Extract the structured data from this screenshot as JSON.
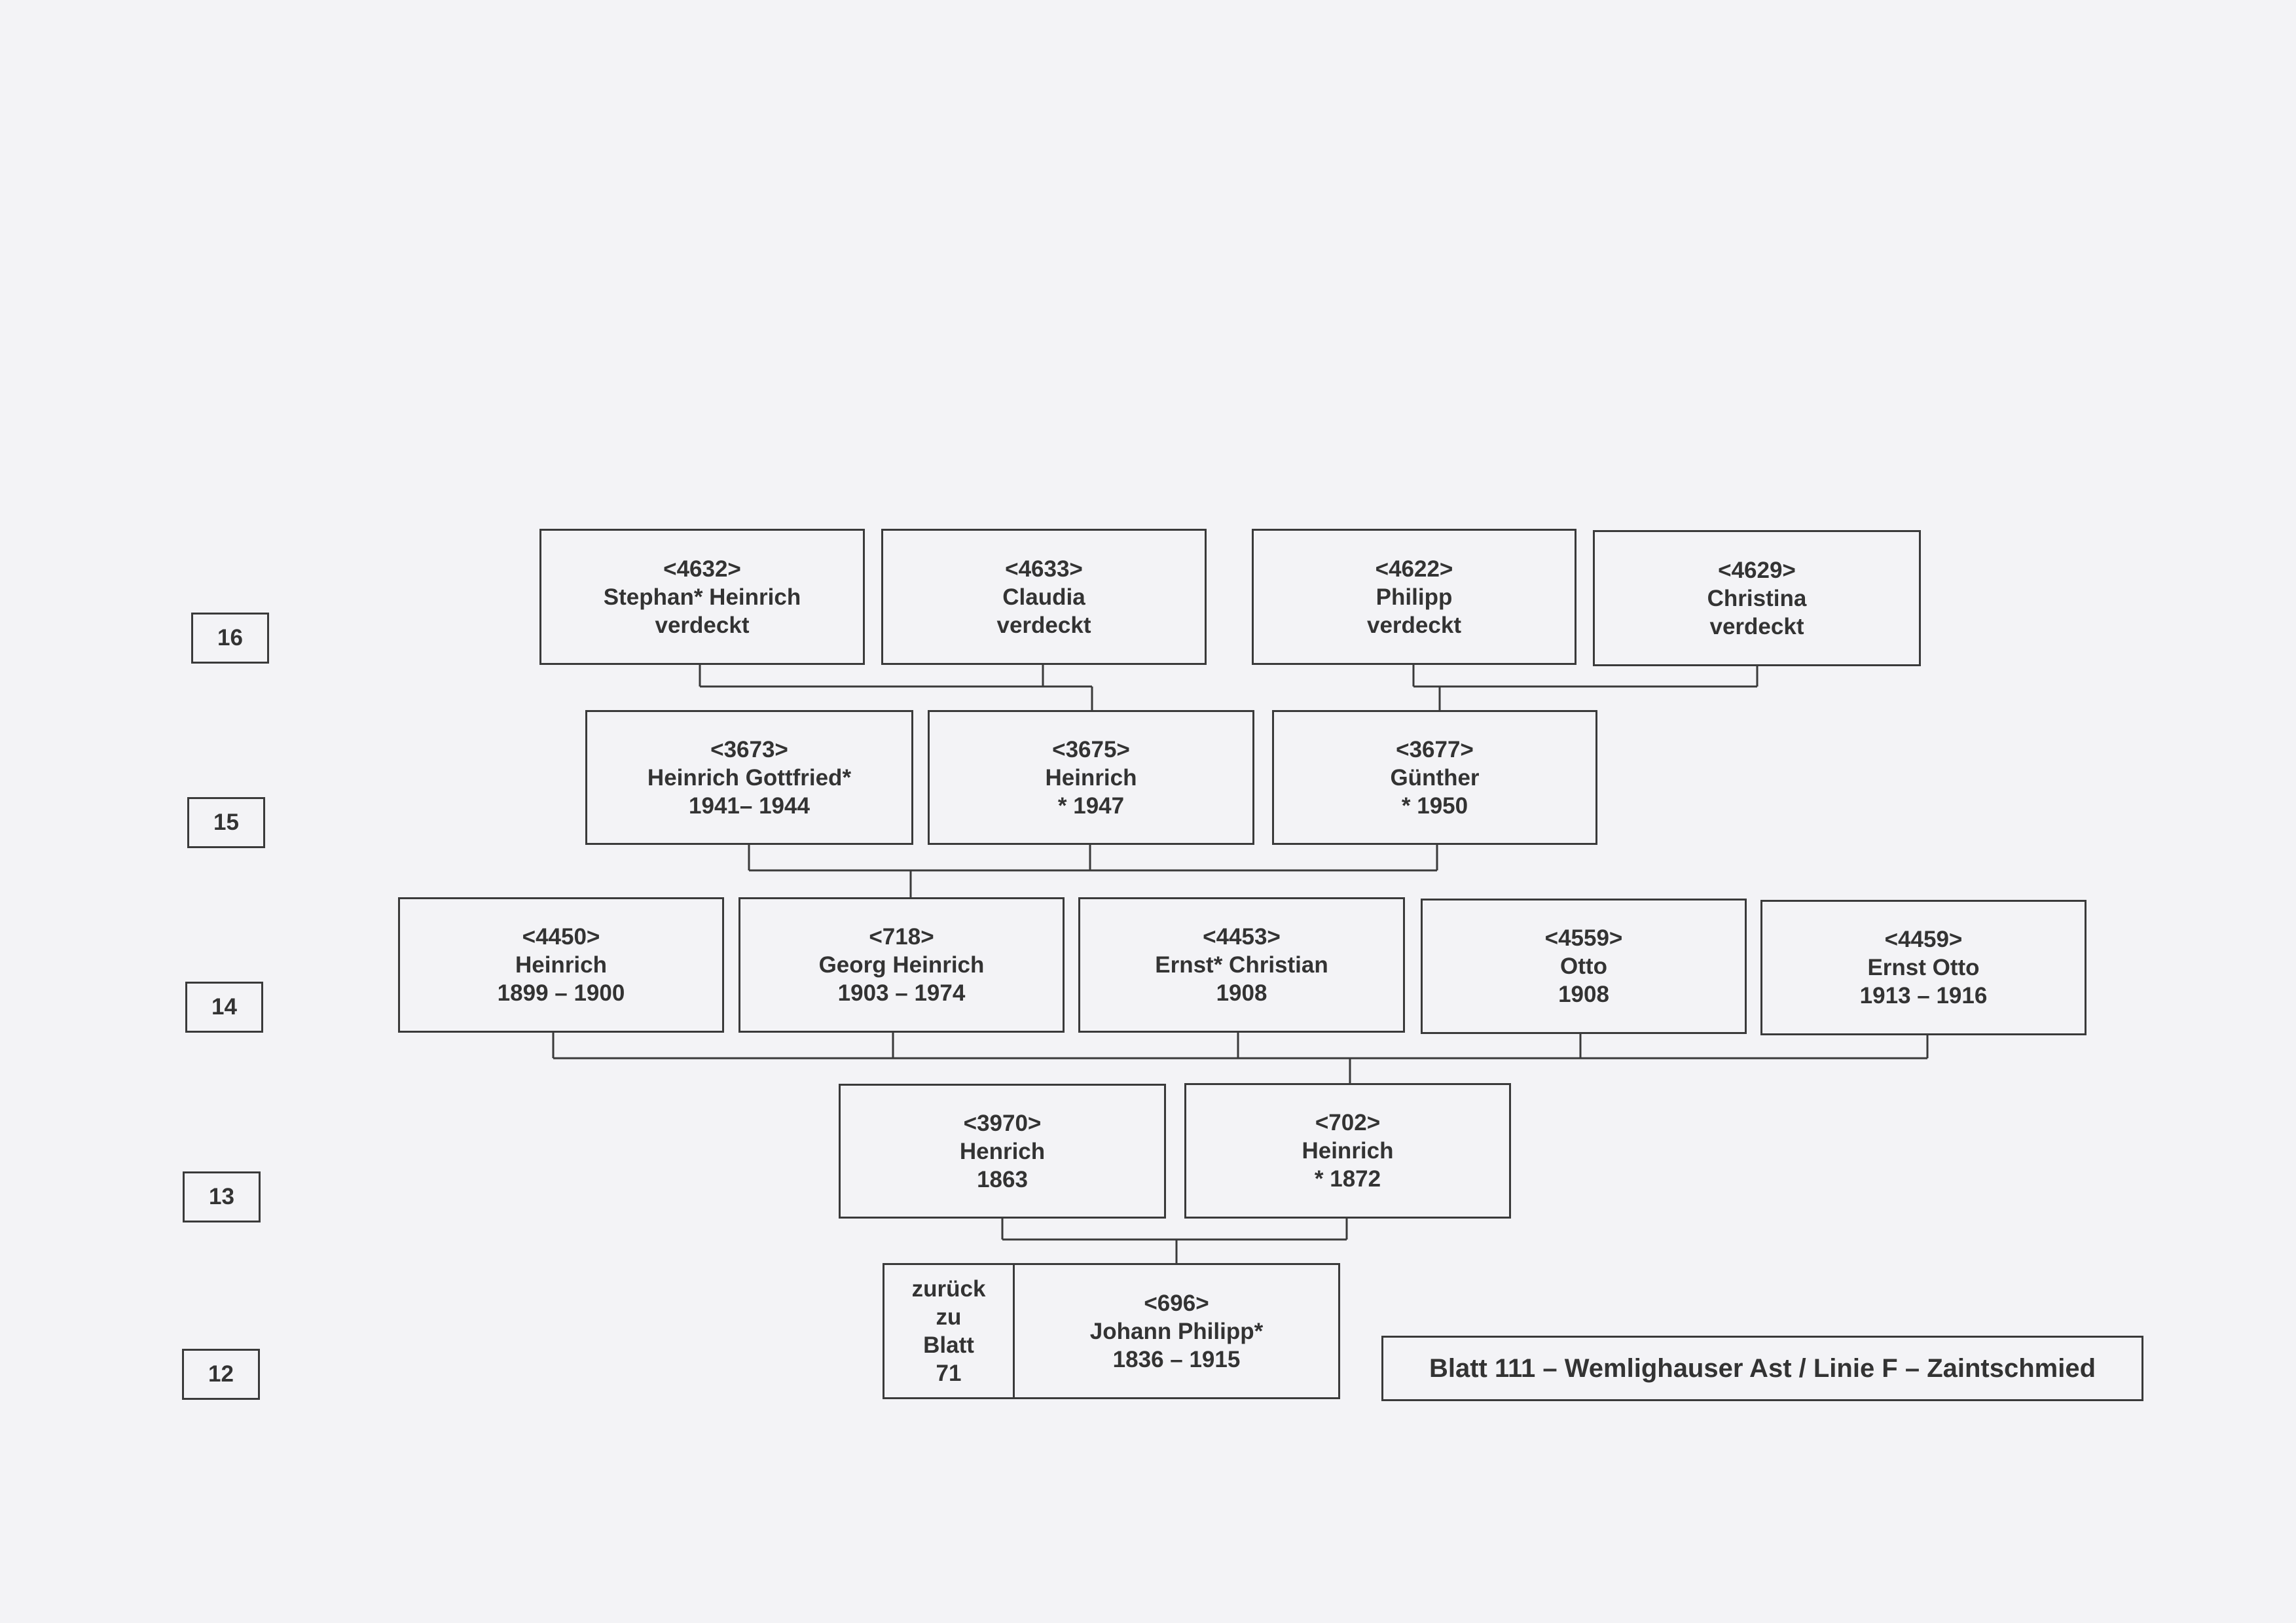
{
  "generations": [
    "16",
    "15",
    "14",
    "13",
    "12"
  ],
  "persons": {
    "p4632": {
      "id": "<4632>",
      "name": "Stephan* Heinrich",
      "dates": "verdeckt"
    },
    "p4633": {
      "id": "<4633>",
      "name": "Claudia",
      "dates": "verdeckt"
    },
    "p4622": {
      "id": "<4622>",
      "name": "Philipp",
      "dates": "verdeckt"
    },
    "p4629": {
      "id": "<4629>",
      "name": "Christina",
      "dates": "verdeckt"
    },
    "p3673": {
      "id": "<3673>",
      "name": "Heinrich Gottfried*",
      "dates": "1941– 1944"
    },
    "p3675": {
      "id": "<3675>",
      "name": "Heinrich",
      "dates": "* 1947"
    },
    "p3677": {
      "id": "<3677>",
      "name": "Günther",
      "dates": "* 1950"
    },
    "p4450": {
      "id": "<4450>",
      "name": "Heinrich",
      "dates": "1899 – 1900"
    },
    "p718": {
      "id": "<718>",
      "name": "Georg Heinrich",
      "dates": "1903 – 1974"
    },
    "p4453": {
      "id": "<4453>",
      "name": "Ernst* Christian",
      "dates": "1908"
    },
    "p4559": {
      "id": "<4559>",
      "name": "Otto",
      "dates": "1908"
    },
    "p4459": {
      "id": "<4459>",
      "name": "Ernst Otto",
      "dates": "1913 – 1916"
    },
    "p3970": {
      "id": "<3970>",
      "name": "Henrich",
      "dates": "1863"
    },
    "p702": {
      "id": "<702>",
      "name": "Heinrich",
      "dates": "* 1872"
    },
    "p696": {
      "id": "<696>",
      "name": "Johann Philipp*",
      "dates": "1836 – 1915"
    }
  },
  "back_link": {
    "line1": "zurück",
    "line2": "zu",
    "line3": "Blatt",
    "line4": "71"
  },
  "sheet_title": "Blatt 111 – Wemlighauser Ast / Linie F – Zaintschmied"
}
